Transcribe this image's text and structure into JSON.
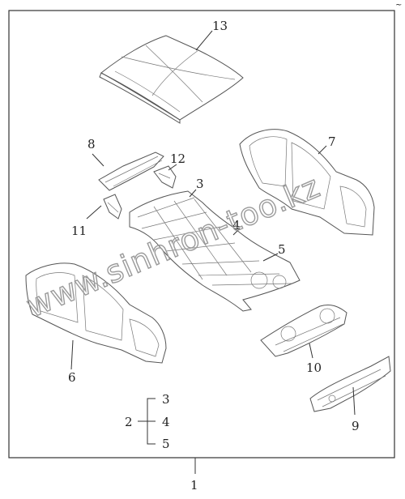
{
  "callouts": {
    "c1": "1",
    "c2": "2",
    "c3": "3",
    "c3b": "3",
    "c4": "4",
    "c4b": "4",
    "c5": "5",
    "c5b": "5",
    "c6": "6",
    "c7": "7",
    "c8": "8",
    "c9": "9",
    "c10": "10",
    "c11": "11",
    "c12": "12",
    "c13": "13"
  },
  "watermark": "www.sinhron-too.kz",
  "corner_mark": "~"
}
